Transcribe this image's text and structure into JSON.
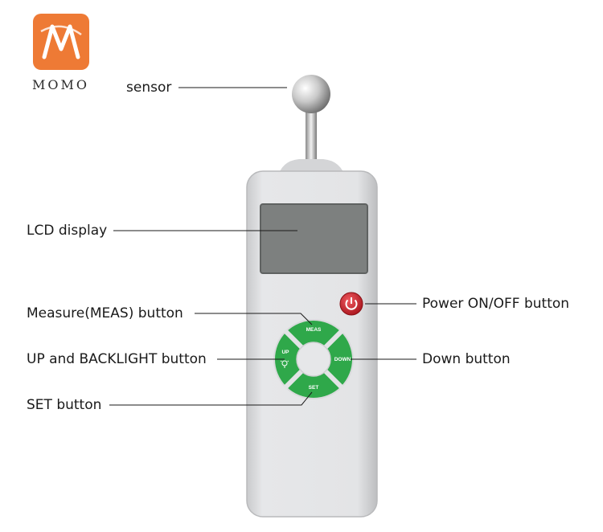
{
  "logo": {
    "text": "MOMO",
    "color": "#ee7a35"
  },
  "device": {
    "buttons": {
      "meas": "MEAS",
      "up": "UP",
      "down": "DOWN",
      "set": "SET"
    },
    "colors": {
      "body": "#e2e3e5",
      "keypad": "#2fa84a",
      "power": "#c8202a",
      "lcd": "#7d807f"
    }
  },
  "callouts": {
    "sensor": "sensor",
    "lcd": "LCD display",
    "meas": "Measure(MEAS) button",
    "up": "UP and BACKLIGHT button",
    "set": "SET button",
    "power": "Power ON/OFF button",
    "down": "Down button"
  }
}
